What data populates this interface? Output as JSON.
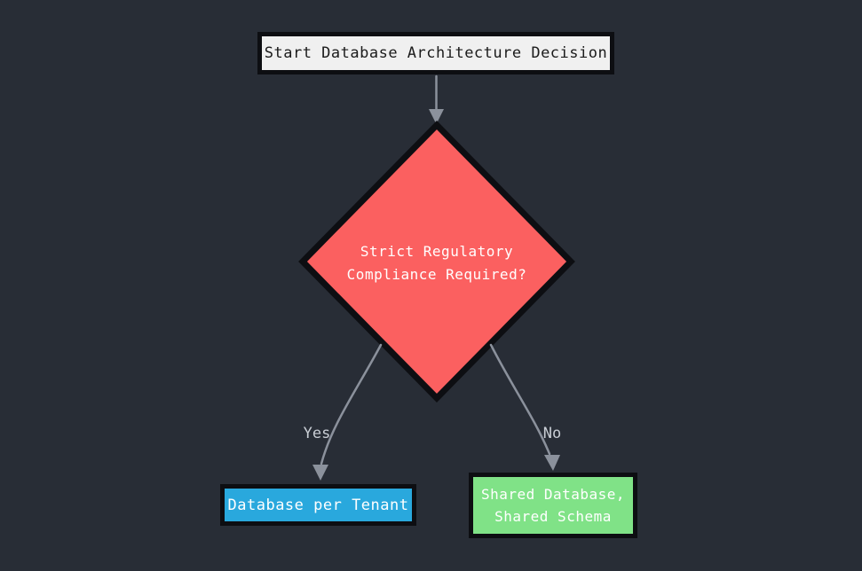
{
  "nodes": {
    "start": {
      "label": "Start Database Architecture Decision"
    },
    "decision": {
      "label": "Strict Regulatory\nCompliance Required?"
    },
    "yes_result": {
      "label": "Database per Tenant"
    },
    "no_result": {
      "label": "Shared Database,\nShared Schema"
    }
  },
  "edges": {
    "decision_to_yes": {
      "label": "Yes"
    },
    "decision_to_no": {
      "label": "No"
    }
  },
  "colors": {
    "background": "#282d36",
    "node_border": "#0d0e12",
    "start_fill": "#f0f0f0",
    "start_text": "#1b1b1b",
    "decision_fill": "#fb6060",
    "yes_fill": "#29a8dd",
    "no_fill": "#80e287",
    "result_text": "#ffffff",
    "arrow": "#8b919c",
    "edge_label": "#c9ced5"
  }
}
